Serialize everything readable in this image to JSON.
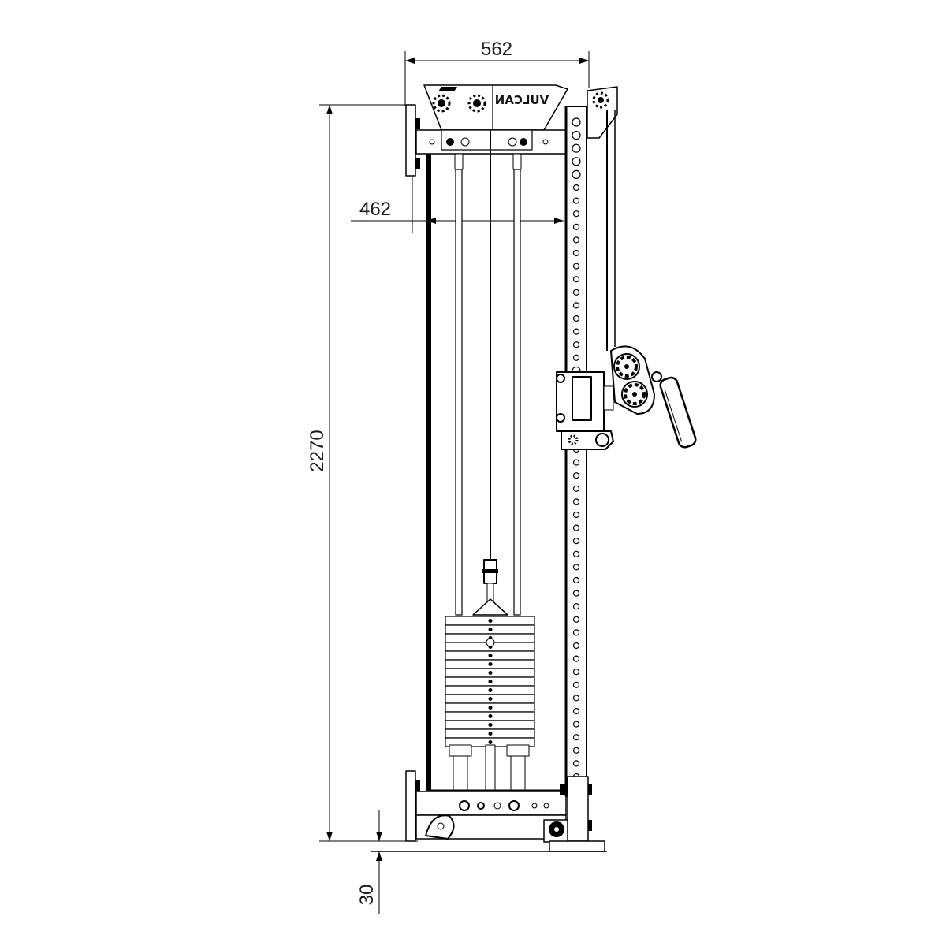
{
  "drawing": {
    "title": "Cable machine side elevation",
    "brand_logo": "VULCAN",
    "units": "mm",
    "dimensions": {
      "top_width": "562",
      "inner_width": "462",
      "total_height": "2270",
      "floor_clearance": "30"
    },
    "colors": {
      "line": "#000000",
      "dimension_text": "#1a1a2e",
      "background": "#ffffff"
    }
  }
}
